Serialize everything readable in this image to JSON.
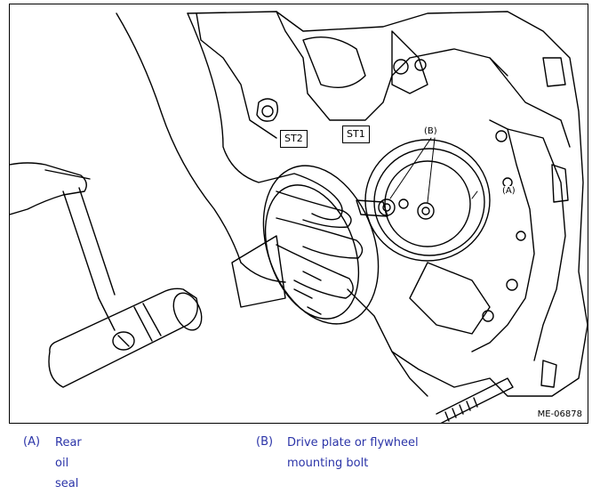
{
  "figure": {
    "tool_labels": {
      "st2": "ST2",
      "st1": "ST1"
    },
    "callouts": {
      "a": "(A)",
      "b": "(B)"
    },
    "figure_id": "ME-06878"
  },
  "legend": {
    "items": [
      {
        "key": "(A)",
        "text": "Rear oil seal"
      },
      {
        "key": "(B)",
        "text": "Drive plate or flywheel mounting bolt"
      }
    ]
  },
  "colors": {
    "legend_text": "#2b34a8",
    "line_art": "#000000"
  }
}
